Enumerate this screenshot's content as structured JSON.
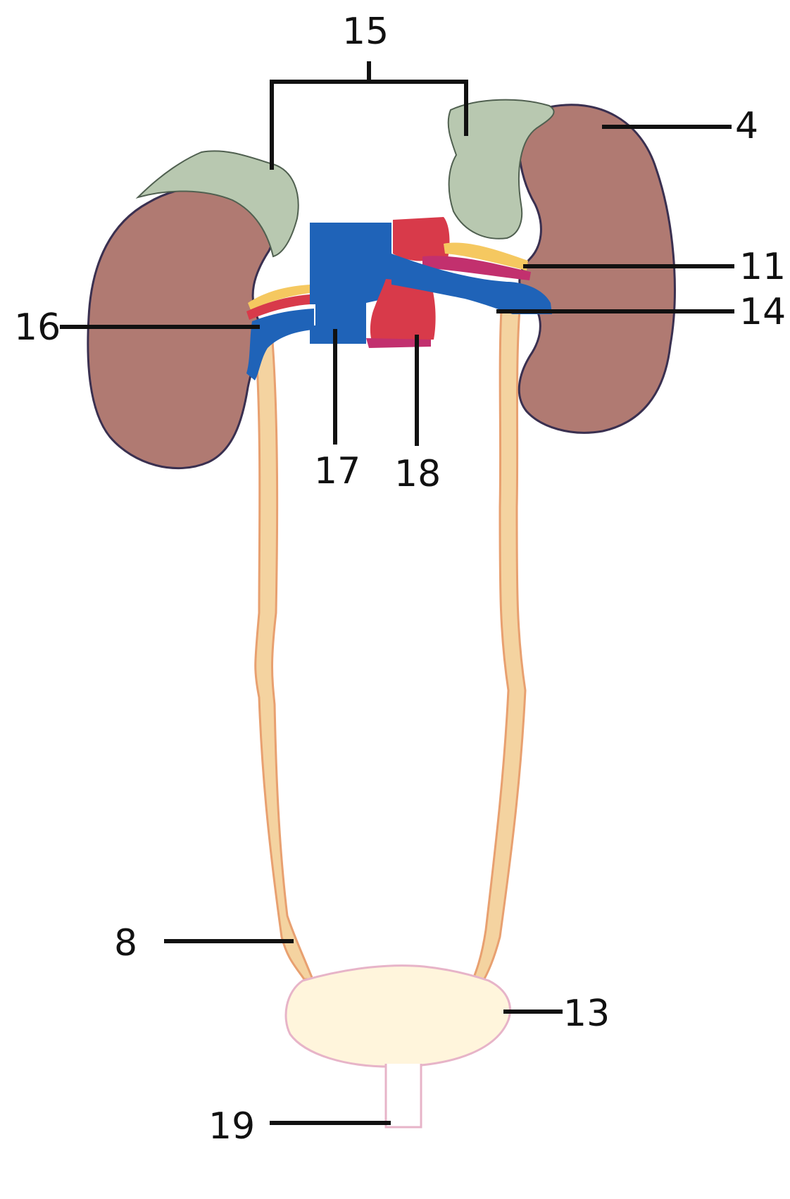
{
  "diagram": {
    "labels": {
      "l15": "15",
      "l4": "4",
      "l11": "11",
      "l14": "14",
      "l16": "16",
      "l17": "17",
      "l18": "18",
      "l8": "8",
      "l13": "13",
      "l19": "19"
    }
  },
  "colors": {
    "kidney": "#b07a72",
    "kidney_edge": "#3a3050",
    "adrenal": "#b8c8b0",
    "vein": "#1f63b8",
    "artery": "#d83a4a",
    "ureter": "#f4d3a0",
    "ureter_edge": "#e8a070",
    "bladder": "#fff5dc",
    "fat": "#f5c860"
  }
}
